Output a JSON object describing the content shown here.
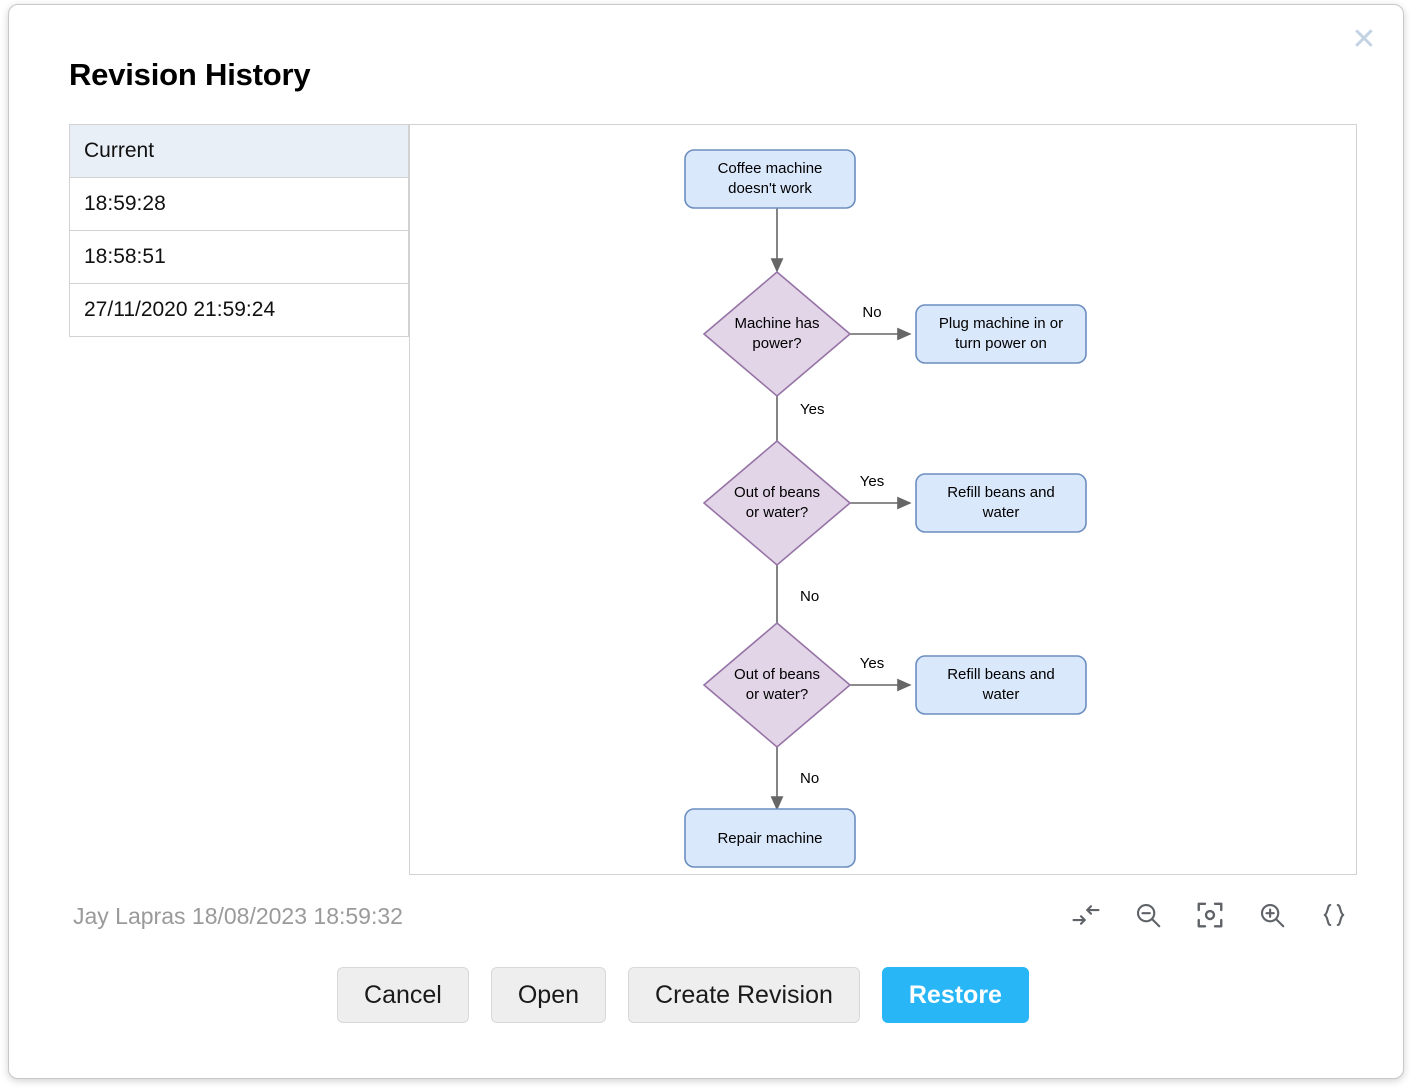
{
  "dialog": {
    "title": "Revision History",
    "close_label": "✕"
  },
  "revisions": {
    "items": [
      {
        "label": "Current",
        "selected": true
      },
      {
        "label": "18:59:28",
        "selected": false
      },
      {
        "label": "18:58:51",
        "selected": false
      },
      {
        "label": "27/11/2020 21:59:24",
        "selected": false
      }
    ]
  },
  "footer": {
    "meta": "Jay Lapras 18/08/2023 18:59:32",
    "toolbar": [
      {
        "name": "fit-page-icon",
        "title": "Fit Page"
      },
      {
        "name": "zoom-out-icon",
        "title": "Zoom Out"
      },
      {
        "name": "reset-view-icon",
        "title": "Reset View"
      },
      {
        "name": "zoom-in-icon",
        "title": "Zoom In"
      },
      {
        "name": "edit-xml-icon",
        "title": "Edit"
      }
    ]
  },
  "actions": {
    "cancel": "Cancel",
    "open": "Open",
    "create_revision": "Create Revision",
    "restore": "Restore"
  },
  "colors": {
    "accent": "#29b6f6",
    "selected_row": "#e8eff7",
    "process_fill": "#dae8fc",
    "process_stroke": "#6c8ebf",
    "decision_fill": "#e1d5e7",
    "decision_stroke": "#9673a6",
    "edge": "#666666",
    "border": "#d2d2d2"
  },
  "diagram": {
    "nodes": [
      {
        "id": "start",
        "type": "process",
        "text_lines": [
          "Coffee machine",
          "doesn't work"
        ]
      },
      {
        "id": "power",
        "type": "decision",
        "text_lines": [
          "Machine has",
          "power?"
        ]
      },
      {
        "id": "plugin",
        "type": "process",
        "text_lines": [
          "Plug machine in or",
          "turn power on"
        ]
      },
      {
        "id": "beans1",
        "type": "decision",
        "text_lines": [
          "Out of beans",
          "or water?"
        ]
      },
      {
        "id": "refill1",
        "type": "process",
        "text_lines": [
          "Refill beans and",
          "water"
        ]
      },
      {
        "id": "beans2",
        "type": "decision",
        "text_lines": [
          "Out of beans",
          "or water?"
        ]
      },
      {
        "id": "refill2",
        "type": "process",
        "text_lines": [
          "Refill beans and",
          "water"
        ]
      },
      {
        "id": "repair",
        "type": "process",
        "text_lines": [
          "Repair machine"
        ]
      }
    ],
    "edges": [
      {
        "from": "start",
        "to": "power",
        "label": ""
      },
      {
        "from": "power",
        "to": "plugin",
        "label": "No"
      },
      {
        "from": "power",
        "to": "beans1",
        "label": "Yes"
      },
      {
        "from": "beans1",
        "to": "refill1",
        "label": "Yes"
      },
      {
        "from": "beans1",
        "to": "beans2",
        "label": "No"
      },
      {
        "from": "beans2",
        "to": "refill2",
        "label": "Yes"
      },
      {
        "from": "beans2",
        "to": "repair",
        "label": "No"
      }
    ]
  }
}
